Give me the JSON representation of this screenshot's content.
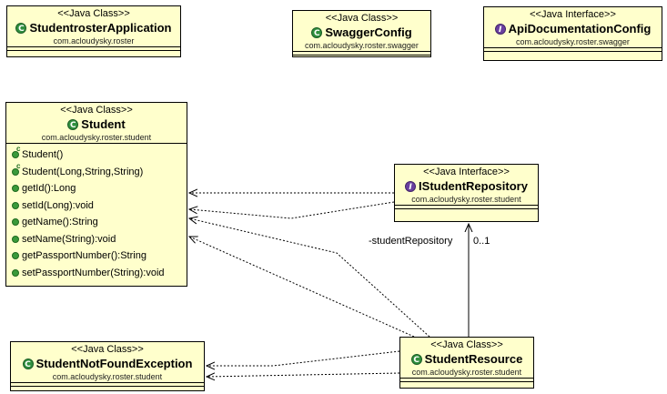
{
  "diagram": {
    "classes": [
      {
        "id": "studentroster-app",
        "stereotype": "<<Java Class>>",
        "kind": "class",
        "name": "StudentrosterApplication",
        "package": "com.acloudysky.roster",
        "methods": []
      },
      {
        "id": "swagger-config",
        "stereotype": "<<Java Class>>",
        "kind": "class",
        "name": "SwaggerConfig",
        "package": "com.acloudysky.roster.swagger",
        "methods": []
      },
      {
        "id": "api-doc-config",
        "stereotype": "<<Java Interface>>",
        "kind": "interface",
        "name": "ApiDocumentationConfig",
        "package": "com.acloudysky.roster.swagger",
        "methods": []
      },
      {
        "id": "student",
        "stereotype": "<<Java Class>>",
        "kind": "class",
        "name": "Student",
        "package": "com.acloudysky.roster.student",
        "methods": [
          {
            "text": "Student()",
            "constructor": true
          },
          {
            "text": "Student(Long,String,String)",
            "constructor": true
          },
          {
            "text": "getId():Long",
            "constructor": false
          },
          {
            "text": "setId(Long):void",
            "constructor": false
          },
          {
            "text": "getName():String",
            "constructor": false
          },
          {
            "text": "setName(String):void",
            "constructor": false
          },
          {
            "text": "getPassportNumber():String",
            "constructor": false
          },
          {
            "text": "setPassportNumber(String):void",
            "constructor": false
          }
        ]
      },
      {
        "id": "istudent-repo",
        "stereotype": "<<Java Interface>>",
        "kind": "interface",
        "name": "IStudentRepository",
        "package": "com.acloudysky.roster.student",
        "methods": []
      },
      {
        "id": "student-not-found",
        "stereotype": "<<Java Class>>",
        "kind": "class",
        "name": "StudentNotFoundException",
        "package": "com.acloudysky.roster.student",
        "methods": []
      },
      {
        "id": "student-resource",
        "stereotype": "<<Java Class>>",
        "kind": "class",
        "name": "StudentResource",
        "package": "com.acloudysky.roster.student",
        "methods": []
      }
    ],
    "association": {
      "role": "-studentRepository",
      "multiplicity": "0..1"
    },
    "colors": {
      "box_fill": "#ffffcc",
      "line": "#000000",
      "class_icon": "#2f8f3e",
      "interface_icon": "#6a3fa0",
      "method_icon": "#3a9a3a"
    },
    "icons": {
      "class": "class-c-icon",
      "interface": "interface-i-icon",
      "method": "public-method-dot-icon"
    }
  }
}
